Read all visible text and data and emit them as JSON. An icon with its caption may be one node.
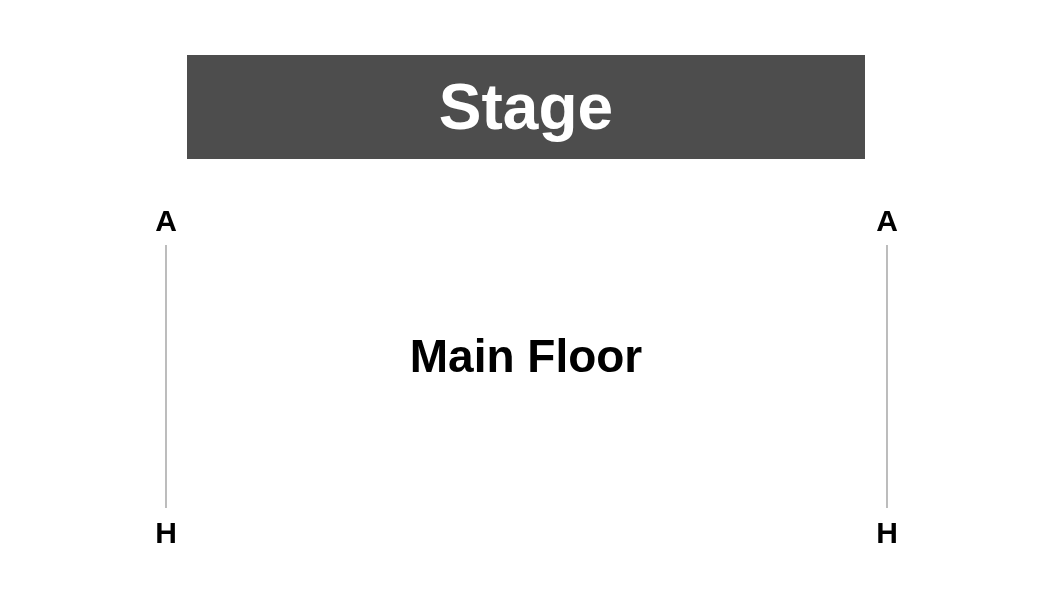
{
  "diagram": {
    "nodes": [
      {
        "text": [
          "Stage"
        ]
      },
      {
        "text": [
          "A"
        ]
      },
      {
        "text": [
          "H"
        ]
      },
      {
        "text": [
          "A"
        ]
      },
      {
        "text": [
          "H"
        ]
      }
    ],
    "edges": [
      {
        "from": 1,
        "to": 2,
        "arrow": "none"
      },
      {
        "from": 3,
        "to": 4,
        "arrow": "none"
      }
    ],
    "labels": [
      "Main Floor"
    ]
  }
}
